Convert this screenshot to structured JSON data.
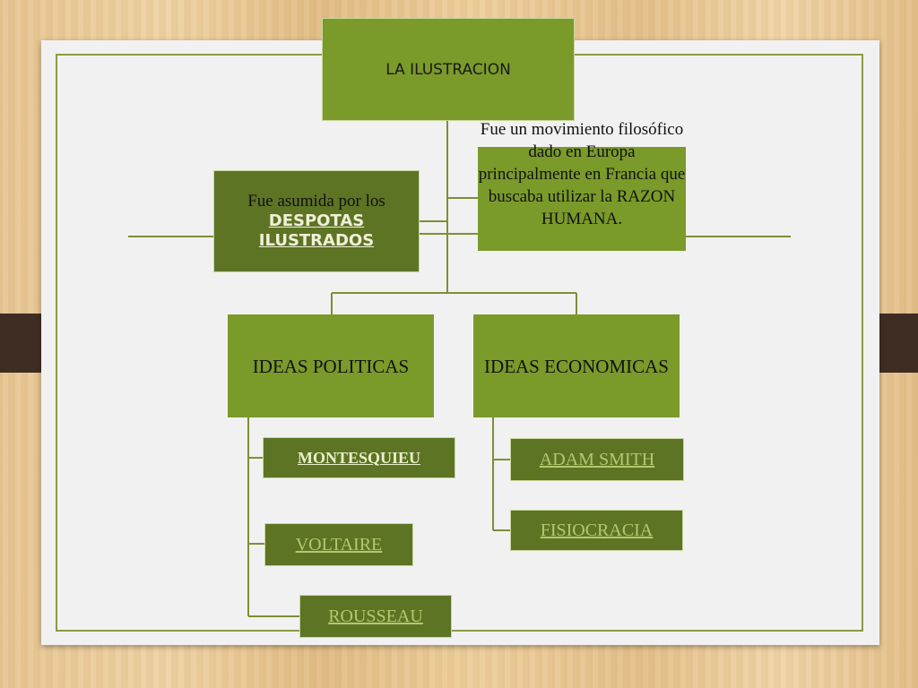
{
  "diagram": {
    "root": "LA ILUSTRACION",
    "description": "Fue un movimiento filosófico dado en Europa principalmente en Francia que buscaba utilizar la RAZON HUMANA.",
    "assumed_by": {
      "prefix": "Fue asumida por los",
      "highlight": "DESPOTAS ILUSTRADOS"
    },
    "ideas_politicas": {
      "label": "IDEAS POLITICAS",
      "items": [
        "MONTESQUIEU",
        "VOLTAIRE",
        "ROUSSEAU"
      ]
    },
    "ideas_economicas": {
      "label": "IDEAS ECONOMICAS",
      "items": [
        "ADAM SMITH",
        "FISIOCRACIA"
      ]
    }
  },
  "colors": {
    "box_green": "#7a9a2a",
    "box_dark_green": "#5d7424",
    "connector": "#7d8f35",
    "link_text": "#b4c86e",
    "background_wood": "#e7c693",
    "paper": "#f1f1f1",
    "strap": "#3f2d24"
  }
}
